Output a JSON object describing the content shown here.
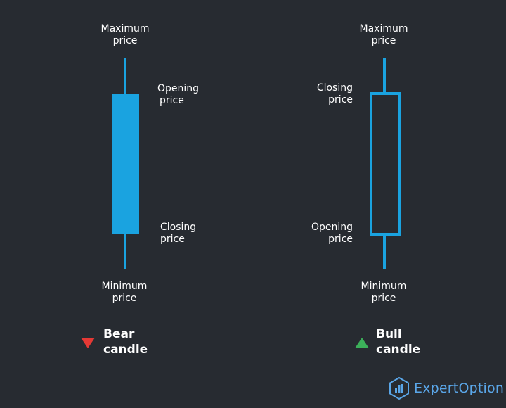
{
  "bear": {
    "max_line1": "Maximum",
    "max_line2": "price",
    "open_line1": "Opening",
    "open_line2": "price",
    "close_line1": "Closing",
    "close_line2": "price",
    "min_line1": "Minimum",
    "min_line2": "price",
    "legend_line1": "Bear",
    "legend_line2": "candle",
    "legend_icon": "triangle-down-icon",
    "body_fill": "#1aa3e0",
    "icon_color": "#e53935"
  },
  "bull": {
    "max_line1": "Maximum",
    "max_line2": "price",
    "close_line1": "Closing",
    "close_line2": "price",
    "open_line1": "Opening",
    "open_line2": "price",
    "min_line1": "Minimum",
    "min_line2": "price",
    "legend_line1": "Bull",
    "legend_line2": "candle",
    "legend_icon": "triangle-up-icon",
    "body_stroke": "#1aa3e0",
    "icon_color": "#3cb05a"
  },
  "brand": {
    "name": "ExpertOption",
    "icon": "bar-chart-hexagon-icon",
    "color": "#5aa6e8"
  }
}
